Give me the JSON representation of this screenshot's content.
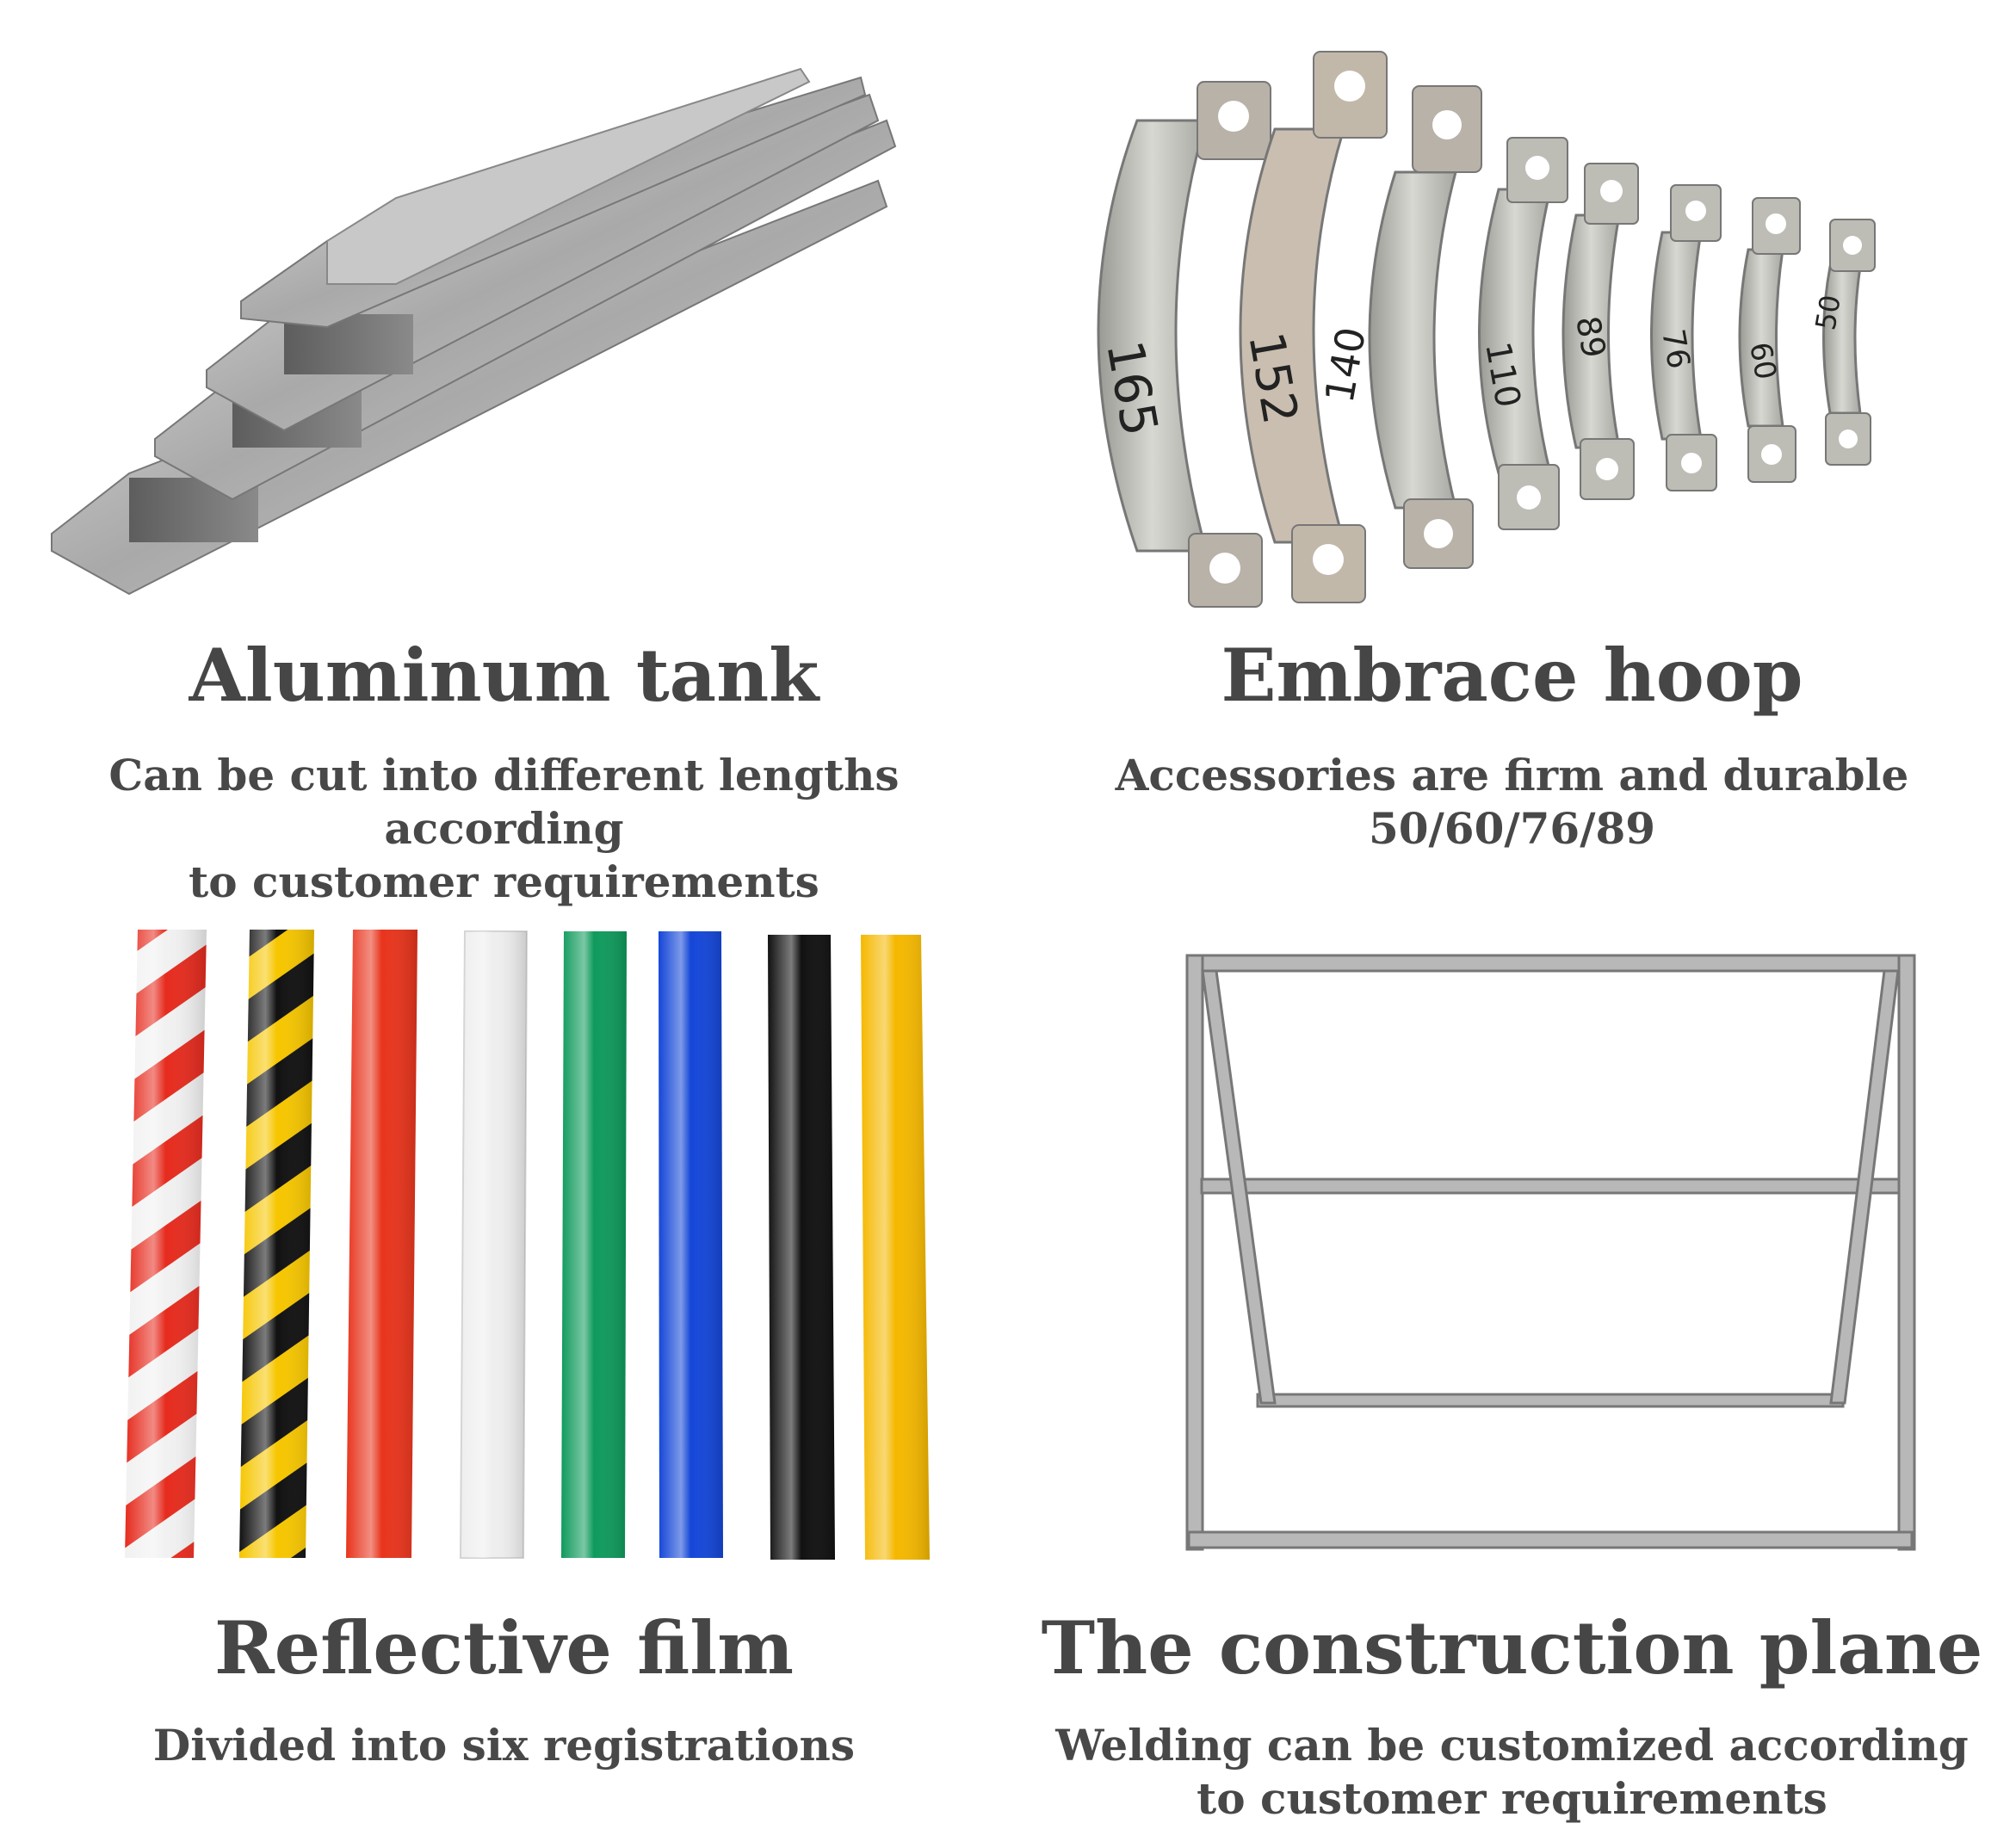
{
  "products": [
    {
      "image_icon": "aluminum-tank-profiles",
      "title": "Aluminum tank",
      "description_lines": [
        "Can be cut into different lengths according",
        "to customer requirements"
      ]
    },
    {
      "image_icon": "embrace-hoop-clamps",
      "hoop_labels": [
        "165",
        "152",
        "140",
        "110",
        "89",
        "76",
        "60",
        "50"
      ],
      "title": "Embrace hoop",
      "description_lines": [
        "Accessories are firm and durable",
        "50/60/76/89"
      ]
    },
    {
      "image_icon": "reflective-film-rolls",
      "roll_colors": [
        "red-white-stripe",
        "yellow-black-stripe",
        "#e8341c",
        "#eeeeee",
        "#0f9a5c",
        "#1446d8",
        "#111111",
        "#f5b800"
      ],
      "title": "Reflective film",
      "description_lines": [
        "Divided into six registrations"
      ]
    },
    {
      "image_icon": "construction-stand-frame",
      "title": "The construction plane",
      "description_lines": [
        "Welding can be customized according",
        "to customer requirements"
      ]
    }
  ]
}
